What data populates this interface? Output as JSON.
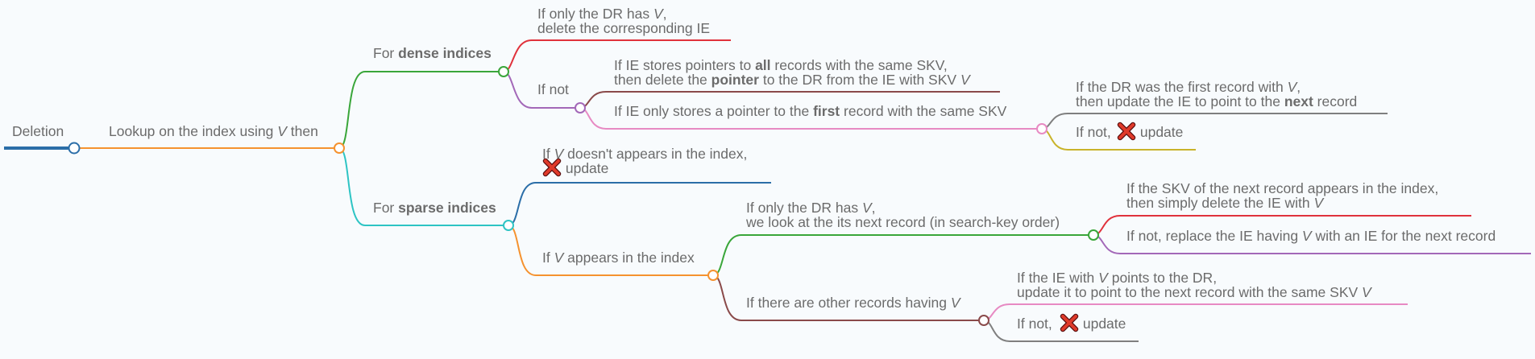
{
  "root": {
    "label": "Deletion"
  },
  "step": {
    "parts": [
      {
        "t": "Lookup on the index using "
      },
      {
        "t": "V",
        "i": true
      },
      {
        "t": " then"
      }
    ]
  },
  "dense": {
    "label": [
      {
        "t": "For "
      },
      {
        "t": "dense indices",
        "b": true
      }
    ],
    "only_dr": [
      [
        {
          "t": "If only the DR has "
        },
        {
          "t": "V",
          "i": true
        },
        {
          "t": ","
        }
      ],
      [
        {
          "t": "delete the corresponding IE"
        }
      ]
    ],
    "if_not": [
      {
        "t": "If not"
      }
    ],
    "all_records": [
      [
        {
          "t": "If IE stores pointers to "
        },
        {
          "t": "all",
          "b": true
        },
        {
          "t": " records with the same SKV,"
        }
      ],
      [
        {
          "t": "then delete the "
        },
        {
          "t": "pointer",
          "b": true
        },
        {
          "t": " to the DR from the IE with SKV "
        },
        {
          "t": "V",
          "i": true
        }
      ]
    ],
    "first_record": [
      {
        "t": "If IE only stores a pointer to the "
      },
      {
        "t": "first",
        "b": true
      },
      {
        "t": " record with the same SKV"
      }
    ],
    "was_first": [
      [
        {
          "t": "If the DR was the first record with "
        },
        {
          "t": "V",
          "i": true
        },
        {
          "t": ","
        }
      ],
      [
        {
          "t": "then update the IE to point to the "
        },
        {
          "t": "next",
          "b": true
        },
        {
          "t": " record"
        }
      ]
    ],
    "not_first": {
      "before": "If not, ",
      "after": " update"
    }
  },
  "sparse": {
    "label": [
      {
        "t": "For "
      },
      {
        "t": "sparse indices",
        "b": true
      }
    ],
    "not_in_index": {
      "line1": [
        {
          "t": "If "
        },
        {
          "t": "V",
          "i": true
        },
        {
          "t": " doesn't appears in the index,"
        }
      ],
      "after": " update"
    },
    "in_index": [
      {
        "t": "If "
      },
      {
        "t": "V",
        "i": true
      },
      {
        "t": " appears in the index"
      }
    ],
    "only_dr": [
      [
        {
          "t": "If only the DR has "
        },
        {
          "t": "V",
          "i": true
        },
        {
          "t": ","
        }
      ],
      [
        {
          "t": "we look at the its next record (in search-key order)"
        }
      ]
    ],
    "skv_appears": [
      [
        {
          "t": "If the SKV of the next record appears in the index,"
        }
      ],
      [
        {
          "t": "then simply delete the IE with "
        },
        {
          "t": "V",
          "i": true
        }
      ]
    ],
    "replace": [
      {
        "t": "If not, replace the IE having "
      },
      {
        "t": "V",
        "i": true
      },
      {
        "t": " with an IE for the next record"
      }
    ],
    "other_records": [
      {
        "t": "If there are other records having "
      },
      {
        "t": "V",
        "i": true
      }
    ],
    "points_to_dr": [
      [
        {
          "t": "If the IE with "
        },
        {
          "t": "V",
          "i": true
        },
        {
          "t": " points to the DR,"
        }
      ],
      [
        {
          "t": "update it to point to the next record with the same SKV "
        },
        {
          "t": "V",
          "i": true
        }
      ]
    ],
    "not_points": {
      "before": "If not, ",
      "after": " update"
    }
  },
  "icons": {
    "no_update": "cross-mark-icon"
  },
  "colors": {
    "root": "#2b6ea8",
    "step": "#f5922f",
    "dense": "#3aa63a",
    "only_dr_dense": "#e0323c",
    "if_not_dense": "#a368b8",
    "all_records": "#8a4a4a",
    "first_record": "#e78ac3",
    "was_first": "#7f7f7f",
    "not_first": "#c9b32a",
    "sparse": "#2ec4c4",
    "not_in_index": "#2b6ea8",
    "in_index": "#f5922f",
    "only_dr_sparse": "#3aa63a",
    "skv_appears": "#e0323c",
    "replace": "#a368b8",
    "other_records": "#8a4a4a",
    "points_to_dr": "#e78ac3",
    "not_points": "#7f7f7f",
    "text": "#6b6b6b"
  }
}
